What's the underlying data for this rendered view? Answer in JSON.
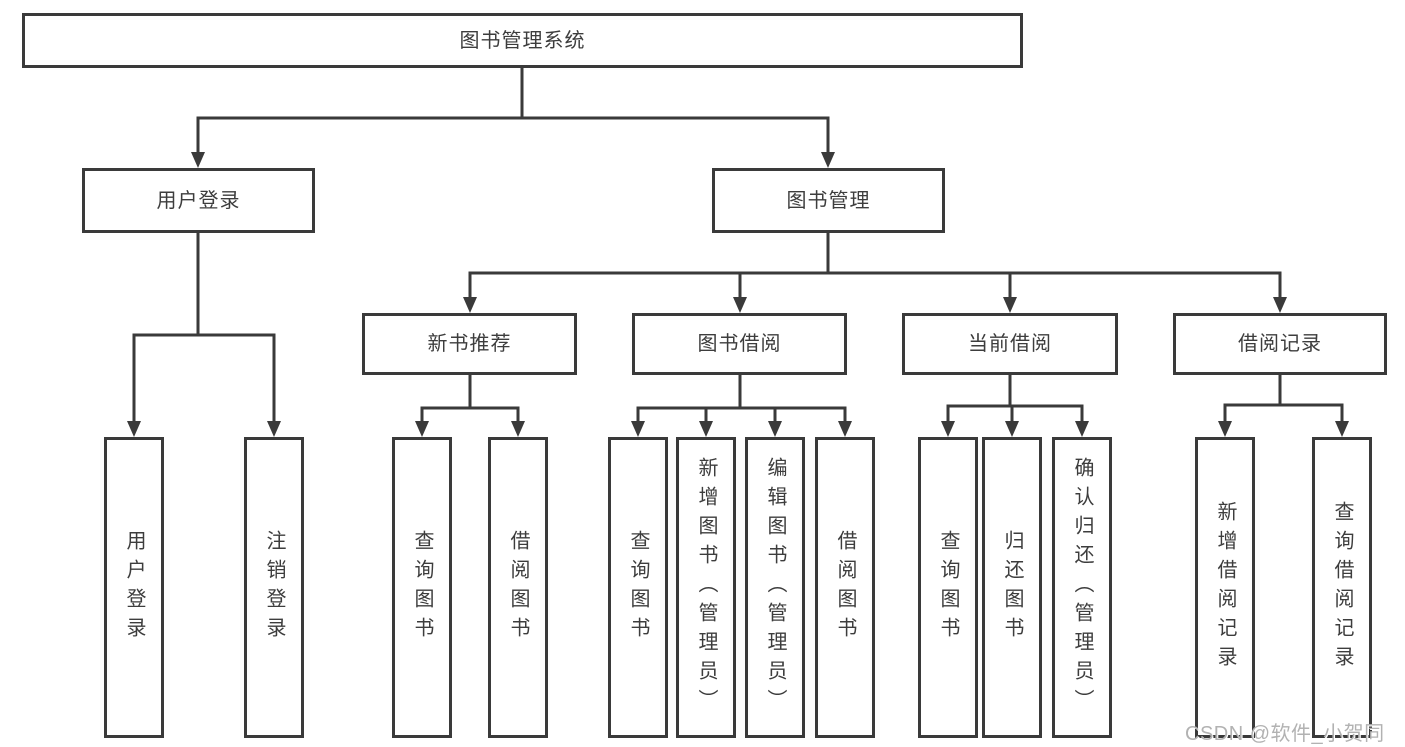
{
  "diagram": {
    "type": "hierarchy-chart",
    "colors": {
      "line": "#3a3a3a",
      "box_border": "#3a3a3a",
      "text": "#3d3d3d",
      "background": "#ffffff",
      "watermark": "#b2b2b2"
    },
    "root": {
      "label": "图书管理系统"
    },
    "level1": [
      {
        "id": "user-login",
        "label": "用户登录"
      },
      {
        "id": "book-management",
        "label": "图书管理"
      }
    ],
    "level2": [
      {
        "id": "new-book-recommend",
        "label": "新书推荐",
        "parent": "book-management"
      },
      {
        "id": "book-borrowing",
        "label": "图书借阅",
        "parent": "book-management"
      },
      {
        "id": "current-borrowing",
        "label": "当前借阅",
        "parent": "book-management"
      },
      {
        "id": "borrowing-records",
        "label": "借阅记录",
        "parent": "book-management"
      }
    ],
    "leaves": [
      {
        "id": "leaf-user-login",
        "label": "用户登录",
        "parent": "user-login"
      },
      {
        "id": "leaf-logout",
        "label": "注销登录",
        "parent": "user-login"
      },
      {
        "id": "leaf-query-books-1",
        "label": "查询图书",
        "parent": "new-book-recommend"
      },
      {
        "id": "leaf-borrow-books-1",
        "label": "借阅图书",
        "parent": "new-book-recommend"
      },
      {
        "id": "leaf-query-books-2",
        "label": "查询图书",
        "parent": "book-borrowing"
      },
      {
        "id": "leaf-add-books-admin",
        "label": "新增图书（管理员）",
        "parent": "book-borrowing"
      },
      {
        "id": "leaf-edit-books-admin",
        "label": "编辑图书（管理员）",
        "parent": "book-borrowing"
      },
      {
        "id": "leaf-borrow-books-2",
        "label": "借阅图书",
        "parent": "book-borrowing"
      },
      {
        "id": "leaf-query-books-3",
        "label": "查询图书",
        "parent": "current-borrowing"
      },
      {
        "id": "leaf-return-books",
        "label": "归还图书",
        "parent": "current-borrowing"
      },
      {
        "id": "leaf-confirm-return-admin",
        "label": "确认归还（管理员）",
        "parent": "current-borrowing"
      },
      {
        "id": "leaf-add-borrow-record",
        "label": "新增借阅记录",
        "parent": "borrowing-records"
      },
      {
        "id": "leaf-query-borrow-record",
        "label": "查询借阅记录",
        "parent": "borrowing-records"
      }
    ],
    "watermark": "CSDN @软件_小贺同学"
  }
}
